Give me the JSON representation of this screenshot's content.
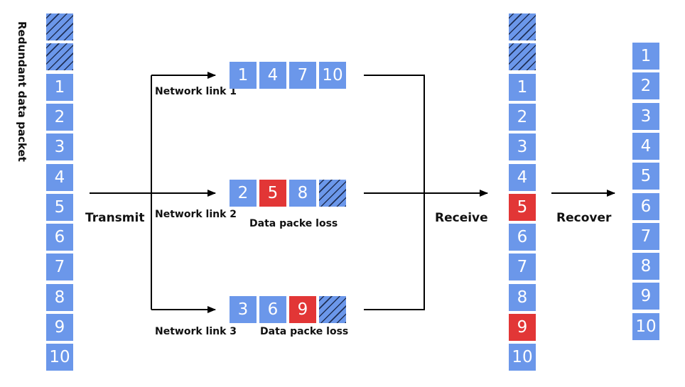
{
  "sender_column": {
    "label": "Redundant data packet",
    "redundant_count": 2,
    "packets": [
      "1",
      "2",
      "3",
      "4",
      "5",
      "6",
      "7",
      "8",
      "9",
      "10"
    ]
  },
  "transmit_label": "Transmit",
  "links": [
    {
      "name": "Network link 1",
      "packets": [
        {
          "v": "1"
        },
        {
          "v": "4"
        },
        {
          "v": "7"
        },
        {
          "v": "10"
        }
      ],
      "note": ""
    },
    {
      "name": "Network link 2",
      "packets": [
        {
          "v": "2"
        },
        {
          "v": "5",
          "lost": true
        },
        {
          "v": "8"
        },
        {
          "v": "",
          "redundant": true
        }
      ],
      "note": "Data packe loss"
    },
    {
      "name": "Network link 3",
      "packets": [
        {
          "v": "3"
        },
        {
          "v": "6"
        },
        {
          "v": "9",
          "lost": true
        },
        {
          "v": "",
          "redundant": true
        }
      ],
      "note": "Data packe loss"
    }
  ],
  "receive_label": "Receive",
  "receiver_column": {
    "redundant_count": 2,
    "packets": [
      {
        "v": "1"
      },
      {
        "v": "2"
      },
      {
        "v": "3"
      },
      {
        "v": "4"
      },
      {
        "v": "5",
        "lost": true
      },
      {
        "v": "6"
      },
      {
        "v": "7"
      },
      {
        "v": "8"
      },
      {
        "v": "9",
        "lost": true
      },
      {
        "v": "10"
      }
    ]
  },
  "recover_label": "Recover",
  "recovered_column": {
    "packets": [
      "1",
      "2",
      "3",
      "4",
      "5",
      "6",
      "7",
      "8",
      "9",
      "10"
    ]
  },
  "colors": {
    "packet": "#6b97ea",
    "lost": "#e23636",
    "hatch": "#1f2f55",
    "line": "#000000"
  }
}
